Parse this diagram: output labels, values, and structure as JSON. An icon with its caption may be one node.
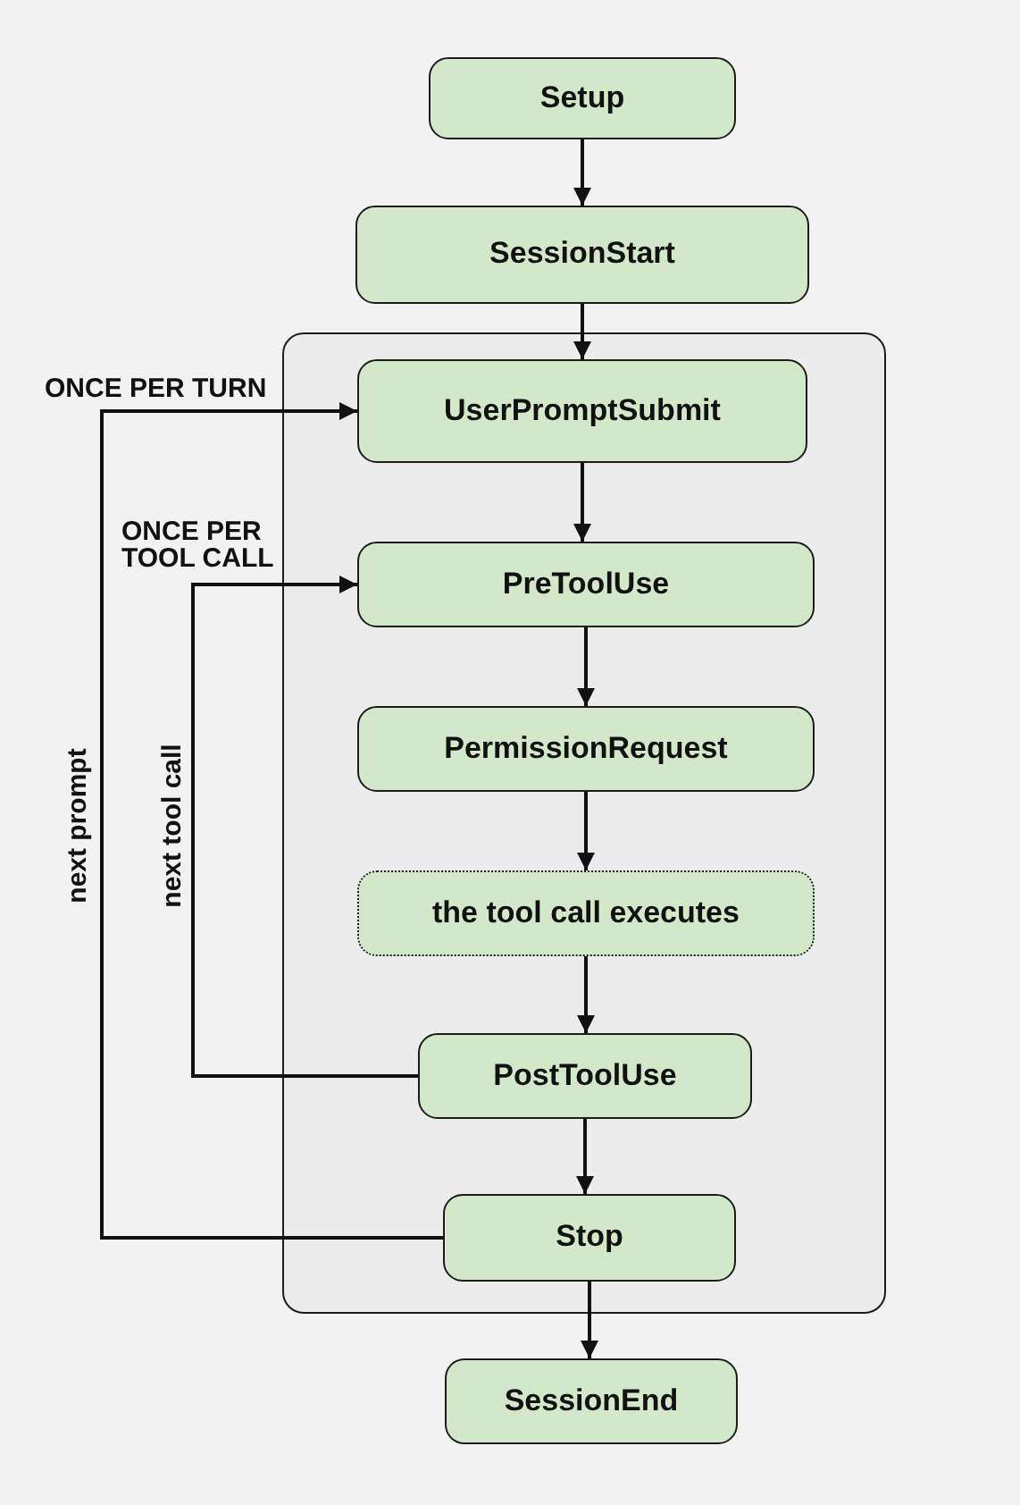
{
  "diagram": {
    "nodes": [
      {
        "text": [
          "Setup"
        ]
      },
      {
        "text": [
          "SessionStart"
        ]
      },
      {
        "text": [],
        "shape": "box"
      },
      {
        "text": [
          "UserPromptSubmit"
        ],
        "in": 2
      },
      {
        "text": [
          "PreToolUse"
        ],
        "in": 2
      },
      {
        "text": [
          "PermissionRequest"
        ],
        "in": 2
      },
      {
        "text": [
          "the tool call executes"
        ],
        "in": 2
      },
      {
        "text": [
          "PostToolUse"
        ],
        "in": 2
      },
      {
        "text": [
          "Stop"
        ],
        "in": 2
      },
      {
        "text": [
          "SessionEnd"
        ]
      }
    ],
    "edges": [
      {
        "from": 0,
        "to": 1,
        "arrow": "to"
      },
      {
        "from": 1,
        "to": 3,
        "arrow": "to"
      },
      {
        "from": 3,
        "to": 4,
        "arrow": "to"
      },
      {
        "from": 4,
        "to": 5,
        "arrow": "to"
      },
      {
        "from": 5,
        "to": 6,
        "arrow": "to"
      },
      {
        "from": 6,
        "to": 7,
        "arrow": "to"
      },
      {
        "from": 7,
        "to": 8,
        "arrow": "to"
      },
      {
        "from": 8,
        "to": 9,
        "arrow": "to"
      },
      {
        "from": 7,
        "to": 4,
        "arrow": "to",
        "label": "next tool call"
      },
      {
        "from": 8,
        "to": 3,
        "arrow": "to",
        "label": "next prompt"
      }
    ],
    "labels": [
      "ONCE PER TURN",
      "ONCE PER TOOL CALL"
    ]
  }
}
